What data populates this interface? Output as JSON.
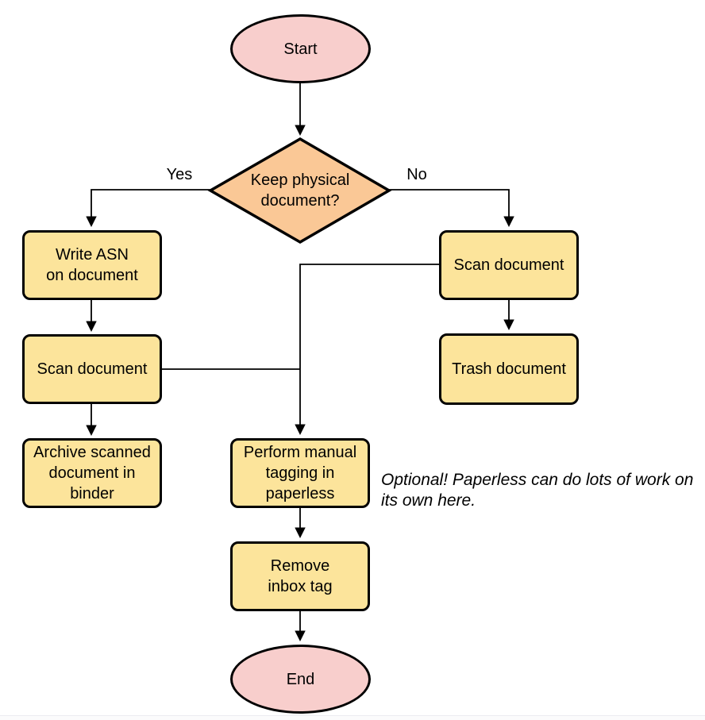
{
  "colors": {
    "background": "#FFFFFF",
    "terminal-fill": "#F8CECC",
    "decision-fill": "#FAC896",
    "process-fill": "#FCE49B",
    "shape-border": "#000000",
    "connector": "#000000",
    "note-text": "#000000"
  },
  "nodes": {
    "start": {
      "label": "Start"
    },
    "decision": {
      "label": [
        "Keep physical",
        "document?"
      ]
    },
    "write_asn": {
      "label": [
        "Write ASN",
        "on document"
      ]
    },
    "scan_left": {
      "label": "Scan document"
    },
    "archive": {
      "label": [
        "Archive scanned",
        "document in",
        "binder"
      ]
    },
    "scan_right": {
      "label": "Scan document"
    },
    "trash": {
      "label": "Trash document"
    },
    "tagging": {
      "label": [
        "Perform manual",
        "tagging in",
        "paperless"
      ]
    },
    "remove_inbox": {
      "label": [
        "Remove",
        "inbox tag"
      ]
    },
    "end": {
      "label": "End"
    }
  },
  "edge_labels": {
    "yes": "Yes",
    "no": "No"
  },
  "note": {
    "lines": [
      "Optional! Paperless can do lots of work on",
      "its own here."
    ]
  }
}
